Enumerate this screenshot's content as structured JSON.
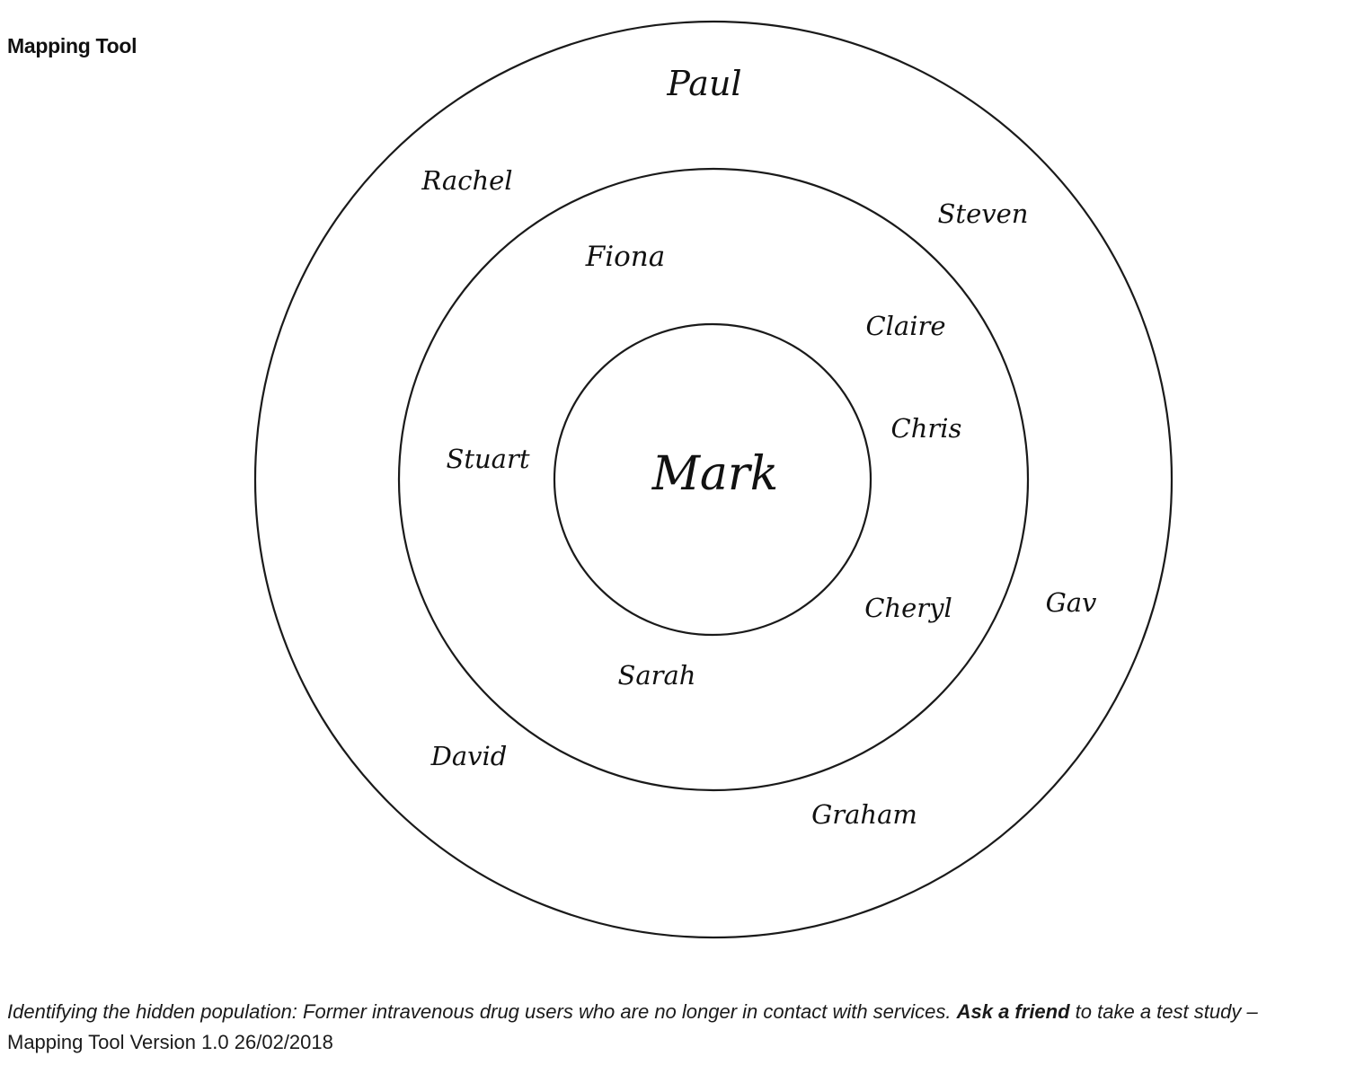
{
  "header": {
    "title": "Mapping Tool"
  },
  "diagram": {
    "center": "Mark",
    "inner_ring": [
      "Fiona",
      "Claire",
      "Chris",
      "Stuart",
      "Cheryl",
      "Sarah"
    ],
    "outer_ring": [
      "Paul",
      "Rachel",
      "Steven",
      "Gav",
      "David",
      "Graham"
    ]
  },
  "footer": {
    "line1_italic": "Identifying the hidden population: Former intravenous drug users who are no longer in contact with services.",
    "line1_bold": "Ask a friend",
    "line1_tail": "to take a test study –",
    "line2": "Mapping Tool Version 1.0 26/02/2018"
  }
}
